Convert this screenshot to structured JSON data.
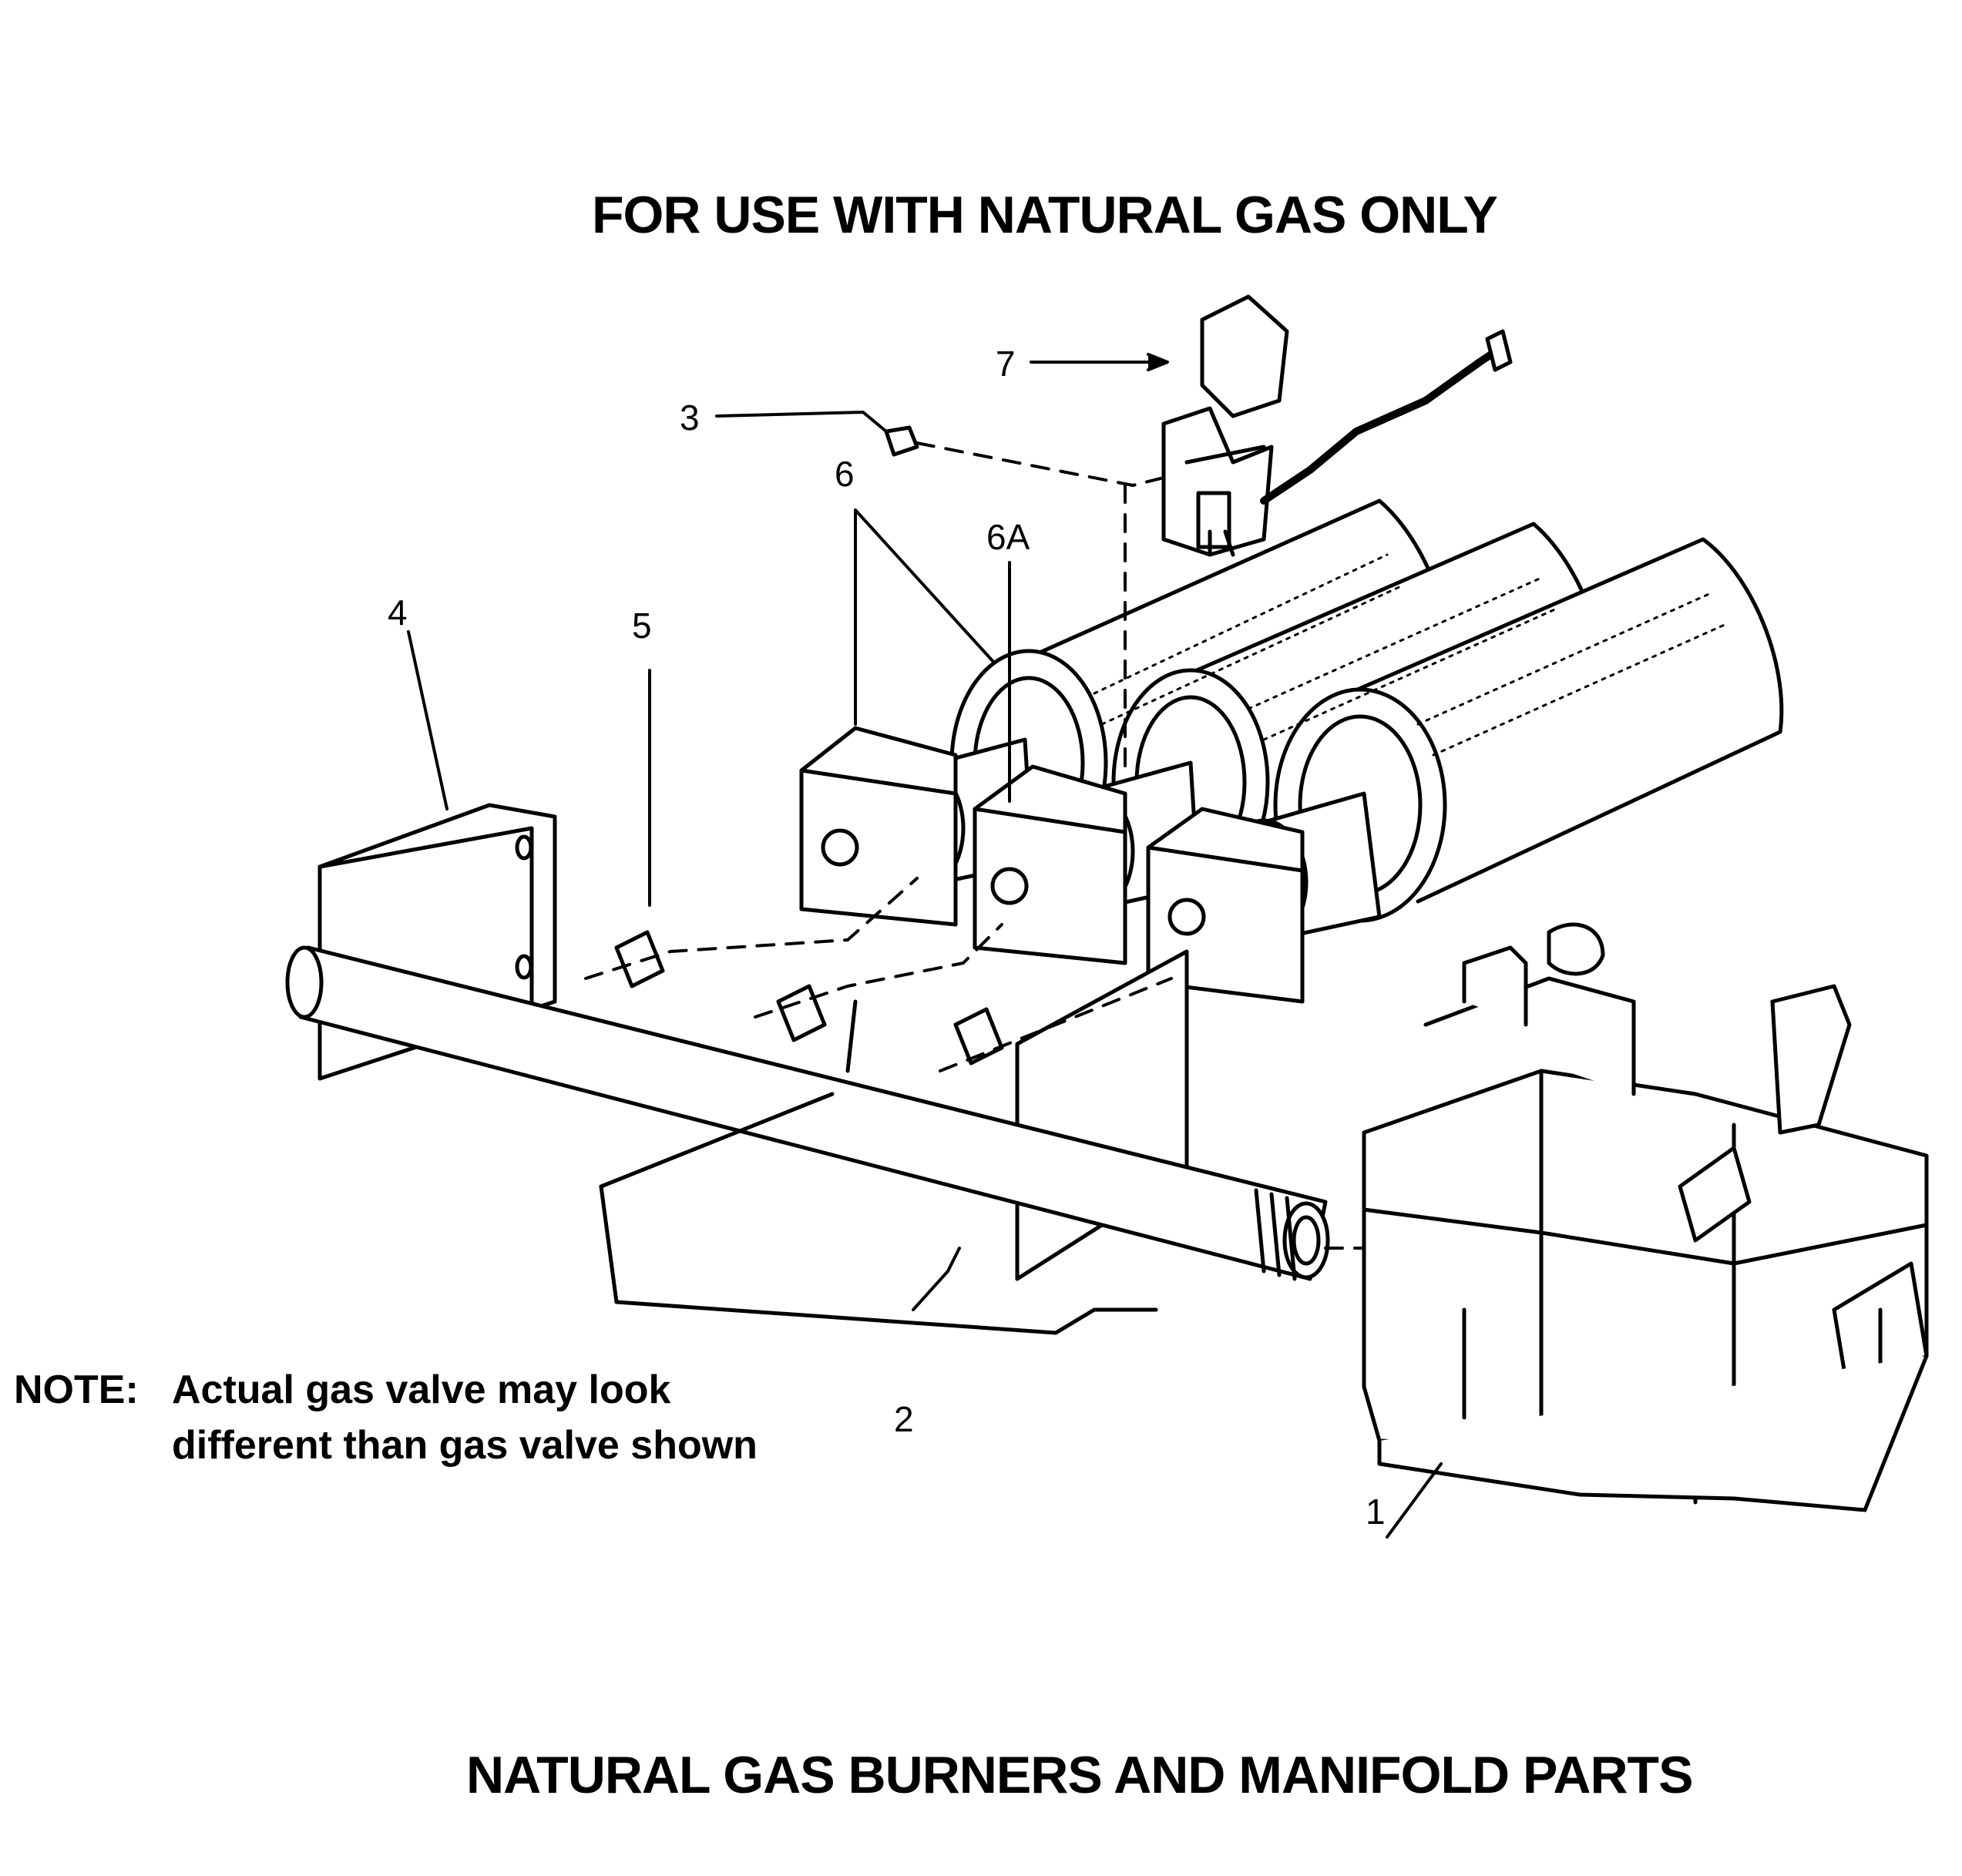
{
  "header": {
    "title": "FOR USE WITH NATURAL GAS ONLY"
  },
  "footer": {
    "title": "NATURAL GAS BURNERS AND MANIFOLD PARTS"
  },
  "note": {
    "label": "NOTE:",
    "line1": "Actual gas valve may look",
    "line2": "different than gas valve shown"
  },
  "callouts": {
    "c1": "1",
    "c2": "2",
    "c3": "3",
    "c4": "4",
    "c5": "5",
    "c6": "6",
    "c6a": "6A",
    "c7": "7"
  }
}
